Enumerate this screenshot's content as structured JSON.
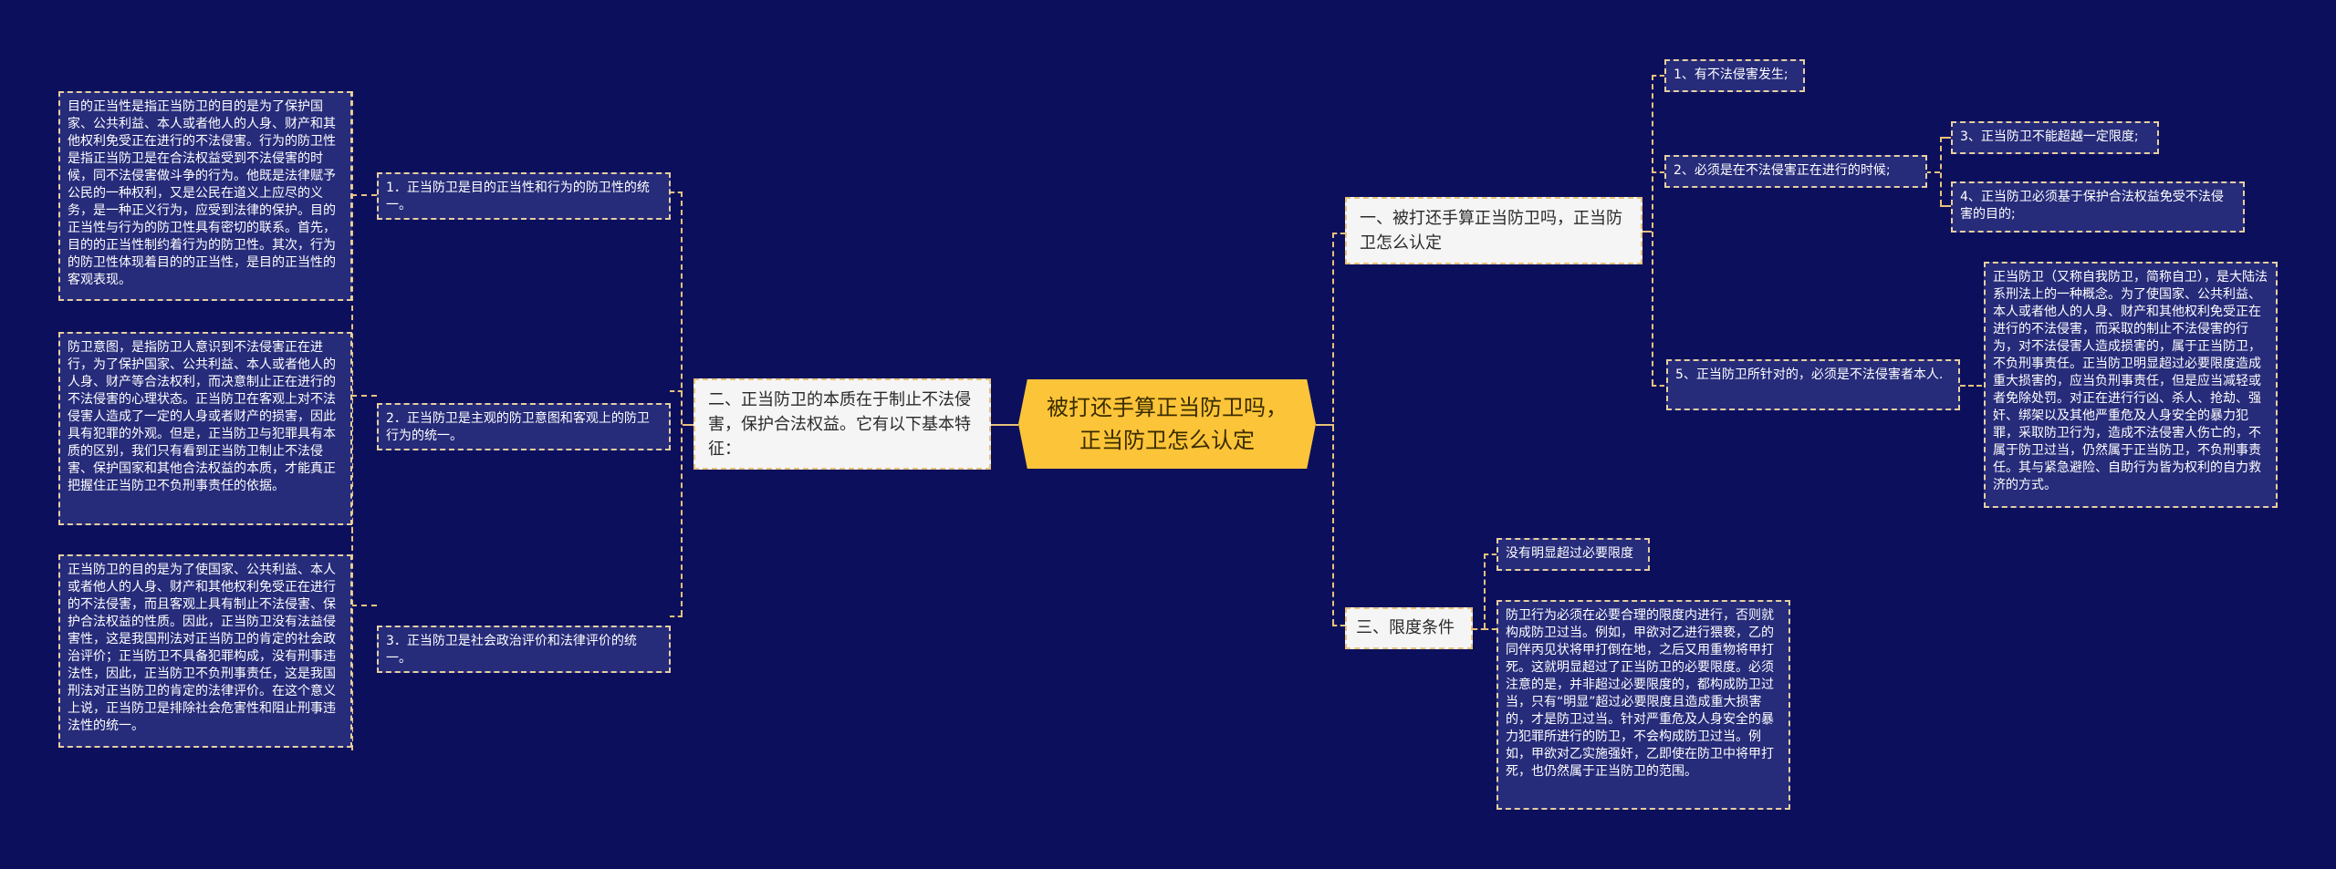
{
  "colors": {
    "background": "#0b0f5c",
    "root_fill": "#fcc438",
    "branch_fill": "#f5f5f5",
    "leaf_fill": "#262b7a",
    "connector": "#e7c27a"
  },
  "root": {
    "label": "被打还手算正当防卫吗，正当防卫怎么认定"
  },
  "left": {
    "branch": {
      "label": "二、正当防卫的本质在于制止不法侵害，保护合法权益。它有以下基本特征："
    },
    "items": [
      {
        "label": "1．正当防卫是目的正当性和行为的防卫性的统一。",
        "detail": "目的正当性是指正当防卫的目的是为了保护国家、公共利益、本人或者他人的人身、财产和其他权利免受正在进行的不法侵害。行为的防卫性是指正当防卫是在合法权益受到不法侵害的时候，同不法侵害做斗争的行为。他既是法律赋予公民的一种权利，又是公民在道义上应尽的义务，是一种正义行为，应受到法律的保护。目的正当性与行为的防卫性具有密切的联系。首先，目的的正当性制约着行为的防卫性。其次，行为的防卫性体现着目的的正当性，是目的正当性的客观表现。"
      },
      {
        "label": "2．正当防卫是主观的防卫意图和客观上的防卫行为的统一。",
        "detail": "防卫意图，是指防卫人意识到不法侵害正在进行，为了保护国家、公共利益、本人或者他人的人身、财产等合法权利，而决意制止正在进行的不法侵害的心理状态。正当防卫在客观上对不法侵害人造成了一定的人身或者财产的损害，因此具有犯罪的外观。但是，正当防卫与犯罪具有本质的区别，我们只有看到正当防卫制止不法侵害、保护国家和其他合法权益的本质，才能真正把握住正当防卫不负刑事责任的依据。"
      },
      {
        "label": "3．正当防卫是社会政治评价和法律评价的统一。",
        "detail": "正当防卫的目的是为了使国家、公共利益、本人或者他人的人身、财产和其他权利免受正在进行的不法侵害，而且客观上具有制止不法侵害、保护合法权益的性质。因此，正当防卫没有法益侵害性，这是我国刑法对正当防卫的肯定的社会政治评价；正当防卫不具备犯罪构成，没有刑事违法性，因此，正当防卫不负刑事责任，这是我国刑法对正当防卫的肯定的法律评价。在这个意义上说，正当防卫是排除社会危害性和阻止刑事违法性的统一。"
      }
    ]
  },
  "right": {
    "branch1": {
      "label": "一、被打还手算正当防卫吗，正当防卫怎么认定",
      "items": [
        {
          "label": "1、有不法侵害发生;"
        },
        {
          "label": "2、必须是在不法侵害正在进行的时候;",
          "children": [
            {
              "label": "3、正当防卫不能超越一定限度;"
            },
            {
              "label": "4、正当防卫必须基于保护合法权益免受不法侵害的目的;"
            }
          ]
        },
        {
          "label": "5、正当防卫所针对的，必须是不法侵害者本人.",
          "detail": "正当防卫（又称自我防卫，简称自卫），是大陆法系刑法上的一种概念。为了使国家、公共利益、本人或者他人的人身、财产和其他权利免受正在进行的不法侵害，而采取的制止不法侵害的行为，对不法侵害人造成损害的，属于正当防卫，不负刑事责任。正当防卫明显超过必要限度造成重大损害的，应当负刑事责任，但是应当减轻或者免除处罚。对正在进行行凶、杀人、抢劫、强奸、绑架以及其他严重危及人身安全的暴力犯罪，采取防卫行为，造成不法侵害人伤亡的，不属于防卫过当，仍然属于正当防卫，不负刑事责任。其与紧急避险、自助行为皆为权利的自力救济的方式。"
        }
      ]
    },
    "branch3": {
      "label": "三、限度条件",
      "items": [
        {
          "label": "没有明显超过必要限度"
        },
        {
          "label": "防卫行为必须在必要合理的限度内进行，否则就构成防卫过当。例如，甲欲对乙进行猥亵，乙的同伴丙见状将甲打倒在地，之后又用重物将甲打死。这就明显超过了正当防卫的必要限度。必须注意的是，并非超过必要限度的，都构成防卫过当，只有“明显”超过必要限度且造成重大损害的，才是防卫过当。针对严重危及人身安全的暴力犯罪所进行的防卫，不会构成防卫过当。例如，甲欲对乙实施强奸，乙即使在防卫中将甲打死，也仍然属于正当防卫的范围。"
        }
      ]
    }
  }
}
